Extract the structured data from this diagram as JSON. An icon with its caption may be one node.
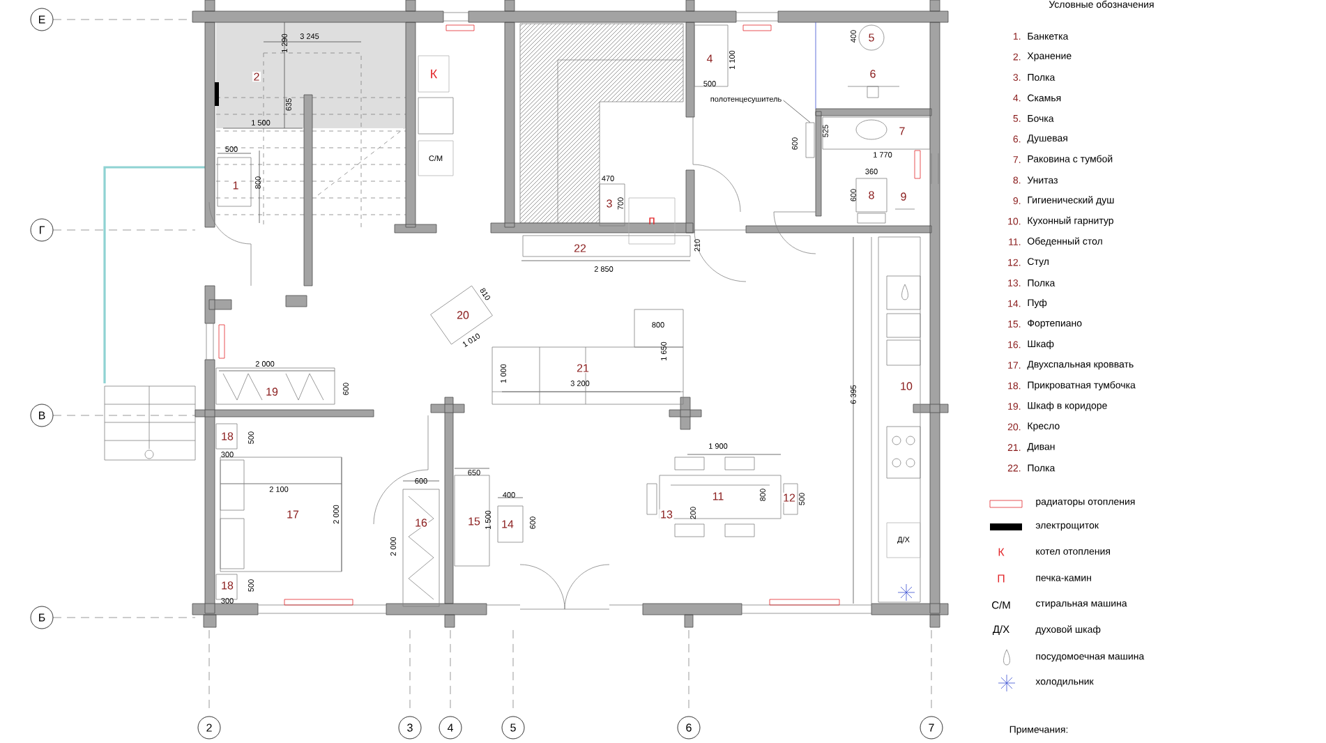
{
  "diagram": {
    "nodes": [
      {
        "text": [
          "Е"
        ]
      },
      {
        "text": [
          "Г"
        ]
      },
      {
        "text": [
          "В"
        ]
      },
      {
        "text": [
          "Б"
        ]
      },
      {
        "text": [
          "2"
        ]
      },
      {
        "text": [
          "3"
        ]
      },
      {
        "text": [
          "4"
        ]
      },
      {
        "text": [
          "5"
        ]
      },
      {
        "text": [
          "6"
        ]
      },
      {
        "text": [
          "7"
        ]
      },
      {
        "text": [
          "2"
        ]
      },
      {
        "text": [
          "1"
        ]
      },
      {
        "text": [
          "К"
        ]
      },
      {
        "text": [],
        "shape": "box"
      },
      {
        "text": [
          "С/М"
        ]
      },
      {
        "text": [
          "4"
        ]
      },
      {
        "text": [
          "5"
        ]
      },
      {
        "text": [
          "6"
        ]
      },
      {
        "text": [
          "7"
        ]
      },
      {
        "text": [
          "полотенцесушитель"
        ]
      },
      {
        "text": [],
        "shape": "box"
      },
      {
        "text": [
          "8"
        ]
      },
      {
        "text": [
          "9"
        ]
      },
      {
        "text": [
          "3"
        ]
      },
      {
        "text": [
          "п"
        ]
      },
      {
        "text": [
          "22"
        ]
      },
      {
        "text": [
          "20"
        ]
      },
      {
        "text": [
          "21"
        ]
      },
      {
        "text": [
          "10"
        ]
      },
      {
        "text": [
          "19"
        ]
      },
      {
        "text": [
          "18"
        ]
      },
      {
        "text": [
          "17"
        ]
      },
      {
        "text": [
          "16"
        ]
      },
      {
        "text": [
          "15"
        ]
      },
      {
        "text": [
          "14"
        ]
      },
      {
        "text": [
          "11"
        ]
      },
      {
        "text": [
          "12"
        ]
      },
      {
        "text": [
          "13"
        ]
      },
      {
        "text": [
          "18"
        ]
      },
      {
        "text": [
          "Д/Х"
        ],
        "in": 28
      }
    ],
    "edges": [
      {
        "from": 19,
        "to": 20,
        "arrow": "none"
      }
    ],
    "labels": [
      "Условные обозначения",
      "1.",
      "2.",
      "3.",
      "4.",
      "5.",
      "6.",
      "7.",
      "8.",
      "9.",
      "10.",
      "11.",
      "12.",
      "13.",
      "14.",
      "15.",
      "16.",
      "17.",
      "18.",
      "19.",
      "20.",
      "21.",
      "22.",
      "К",
      "П",
      "С/М",
      "Д/Х",
      "Примечания:",
      "1 290",
      "3 245",
      "635",
      "1 500",
      "500",
      "800",
      "1 100",
      "500",
      "400",
      "600",
      "525",
      "1 770",
      "360",
      "600",
      "470",
      "700",
      "210",
      "2 850",
      "810",
      "1 010",
      "800",
      "1 650",
      "1 000",
      "3 200",
      "2 000",
      "600",
      "6 395",
      "500",
      "300",
      "1 900",
      "650",
      "600",
      "2 100",
      "2 000",
      "400",
      "800",
      "500",
      "1 500",
      "600",
      "2 000",
      "200",
      "500",
      "300"
    ],
    "legend": [
      {
        "text": "Банкетка"
      },
      {
        "text": "Хранение"
      },
      {
        "text": "Полка"
      },
      {
        "text": "Скамья"
      },
      {
        "text": "Бочка"
      },
      {
        "text": "Душевая"
      },
      {
        "text": "Раковина с тумбой"
      },
      {
        "text": "Унитаз"
      },
      {
        "text": "Гигиенический душ"
      },
      {
        "text": "Кухонный гарнитур"
      },
      {
        "text": "Обеденный стол"
      },
      {
        "text": "Стул"
      },
      {
        "text": "Полка"
      },
      {
        "text": "Пуф"
      },
      {
        "text": "Фортепиано"
      },
      {
        "text": "Шкаф"
      },
      {
        "text": "Двухспальная кроввать"
      },
      {
        "text": "Прикроватная тумбочка"
      },
      {
        "text": "Шкаф в коридоре"
      },
      {
        "text": "Кресло"
      },
      {
        "text": "Диван"
      },
      {
        "text": "Полка"
      },
      {
        "text": "радиаторы отопления"
      },
      {
        "text": "электрощиток",
        "color": "#000000"
      },
      {
        "text": "котел отопления"
      },
      {
        "text": "печка-камин"
      },
      {
        "text": "стиральная машина"
      },
      {
        "text": "духовой шкаф"
      },
      {
        "text": "посудомоечная машина"
      },
      {
        "text": "холодильник"
      }
    ]
  }
}
